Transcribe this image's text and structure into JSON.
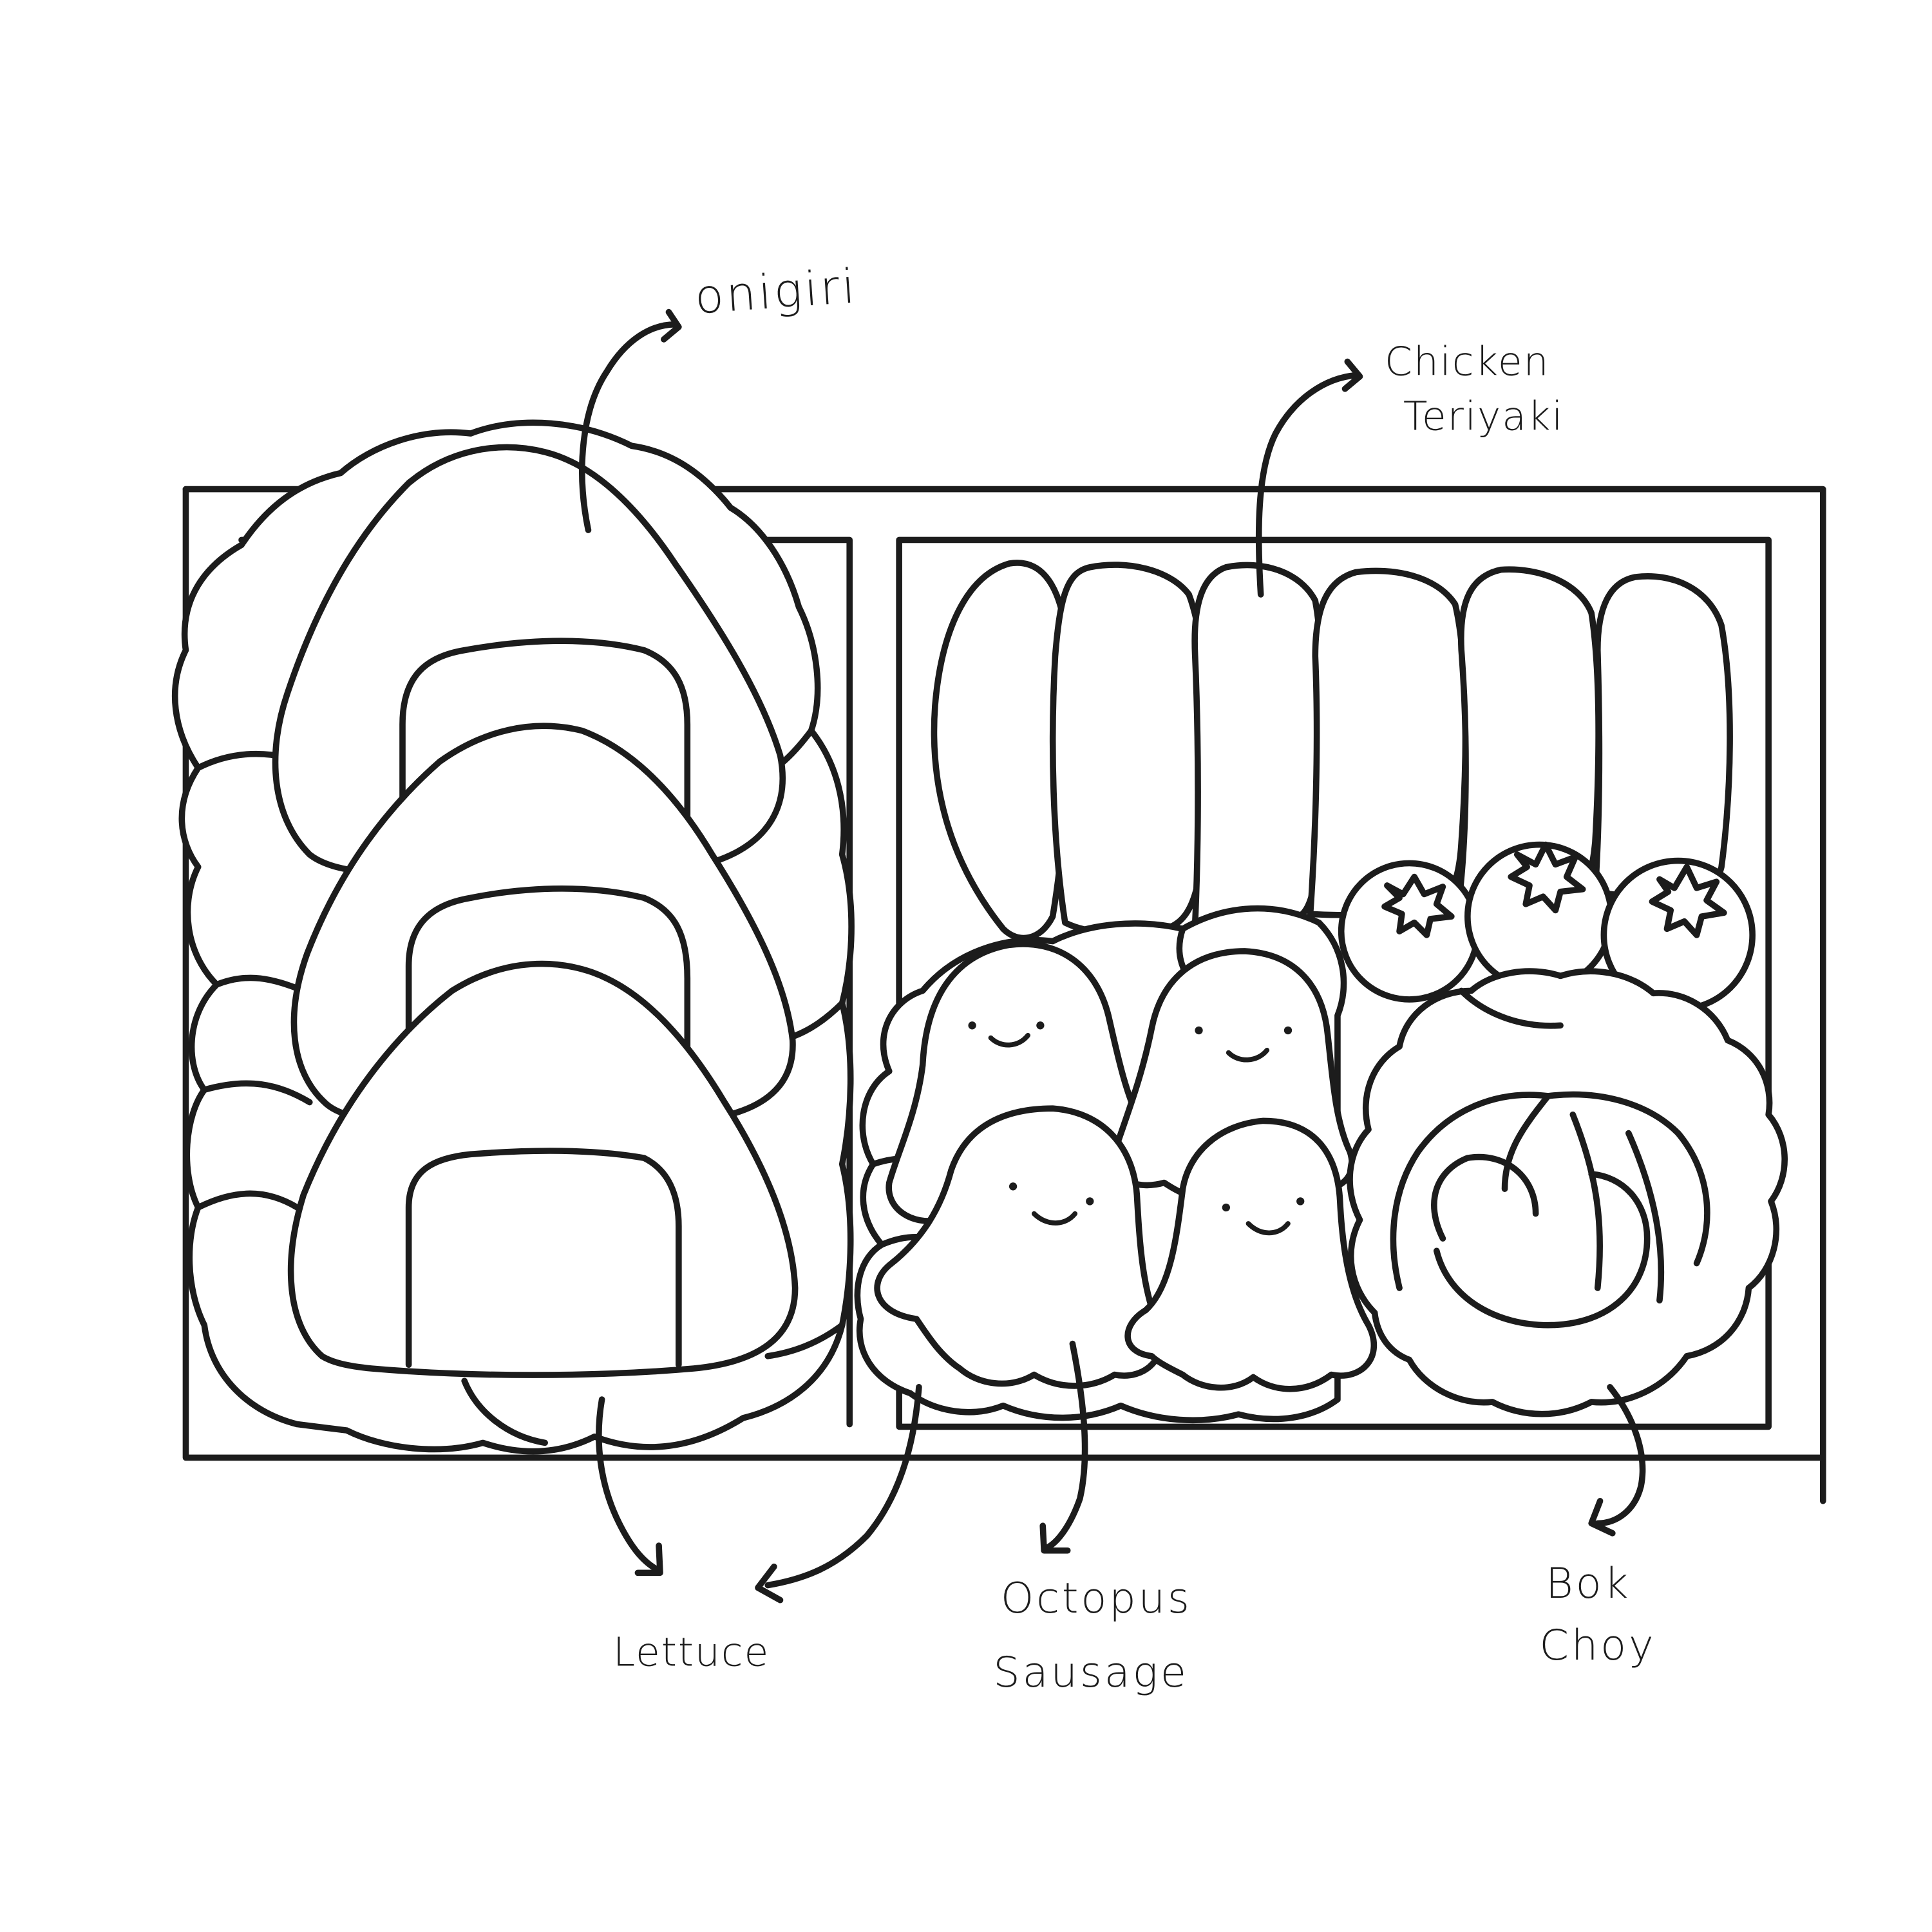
{
  "labels": {
    "onigiri": "onigiri",
    "chicken_line1": "Chicken",
    "chicken_line2": "Teriyaki",
    "lettuce": "Lettuce",
    "octopus_line1": "Octopus",
    "octopus_line2": "Sausage",
    "bokchoy_line1": "Bok",
    "bokchoy_line2": "Choy"
  },
  "colors": {
    "ink": "#1c1c1c",
    "background": "#ffffff"
  }
}
